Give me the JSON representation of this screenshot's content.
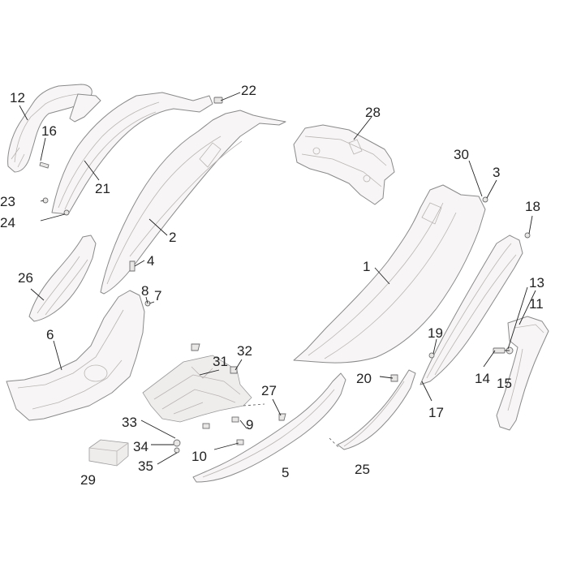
{
  "diagram": {
    "type": "exploded-parts-view",
    "colors": {
      "line": "#8a8a8a",
      "fill": "#f7f5f5",
      "text": "#222222",
      "leader": "#222222"
    },
    "callouts": [
      {
        "id": "c1",
        "label": "1"
      },
      {
        "id": "c2",
        "label": "2"
      },
      {
        "id": "c3",
        "label": "3"
      },
      {
        "id": "c4",
        "label": "4"
      },
      {
        "id": "c5",
        "label": "5"
      },
      {
        "id": "c6",
        "label": "6"
      },
      {
        "id": "c7",
        "label": "7"
      },
      {
        "id": "c8",
        "label": "8"
      },
      {
        "id": "c9",
        "label": "9"
      },
      {
        "id": "c10",
        "label": "10"
      },
      {
        "id": "c11",
        "label": "11"
      },
      {
        "id": "c12",
        "label": "12"
      },
      {
        "id": "c13",
        "label": "13"
      },
      {
        "id": "c14",
        "label": "14"
      },
      {
        "id": "c15",
        "label": "15"
      },
      {
        "id": "c16",
        "label": "16"
      },
      {
        "id": "c17",
        "label": "17"
      },
      {
        "id": "c18",
        "label": "18"
      },
      {
        "id": "c19",
        "label": "19"
      },
      {
        "id": "c20",
        "label": "20"
      },
      {
        "id": "c21",
        "label": "21"
      },
      {
        "id": "c22",
        "label": "22"
      },
      {
        "id": "c23",
        "label": "23"
      },
      {
        "id": "c24",
        "label": "24"
      },
      {
        "id": "c25",
        "label": "25"
      },
      {
        "id": "c26",
        "label": "26"
      },
      {
        "id": "c27",
        "label": "27"
      },
      {
        "id": "c28",
        "label": "28"
      },
      {
        "id": "c29",
        "label": "29"
      },
      {
        "id": "c30",
        "label": "30"
      },
      {
        "id": "c31",
        "label": "31"
      },
      {
        "id": "c32",
        "label": "32"
      },
      {
        "id": "c33",
        "label": "33"
      },
      {
        "id": "c34",
        "label": "34"
      },
      {
        "id": "c35",
        "label": "35"
      }
    ]
  }
}
